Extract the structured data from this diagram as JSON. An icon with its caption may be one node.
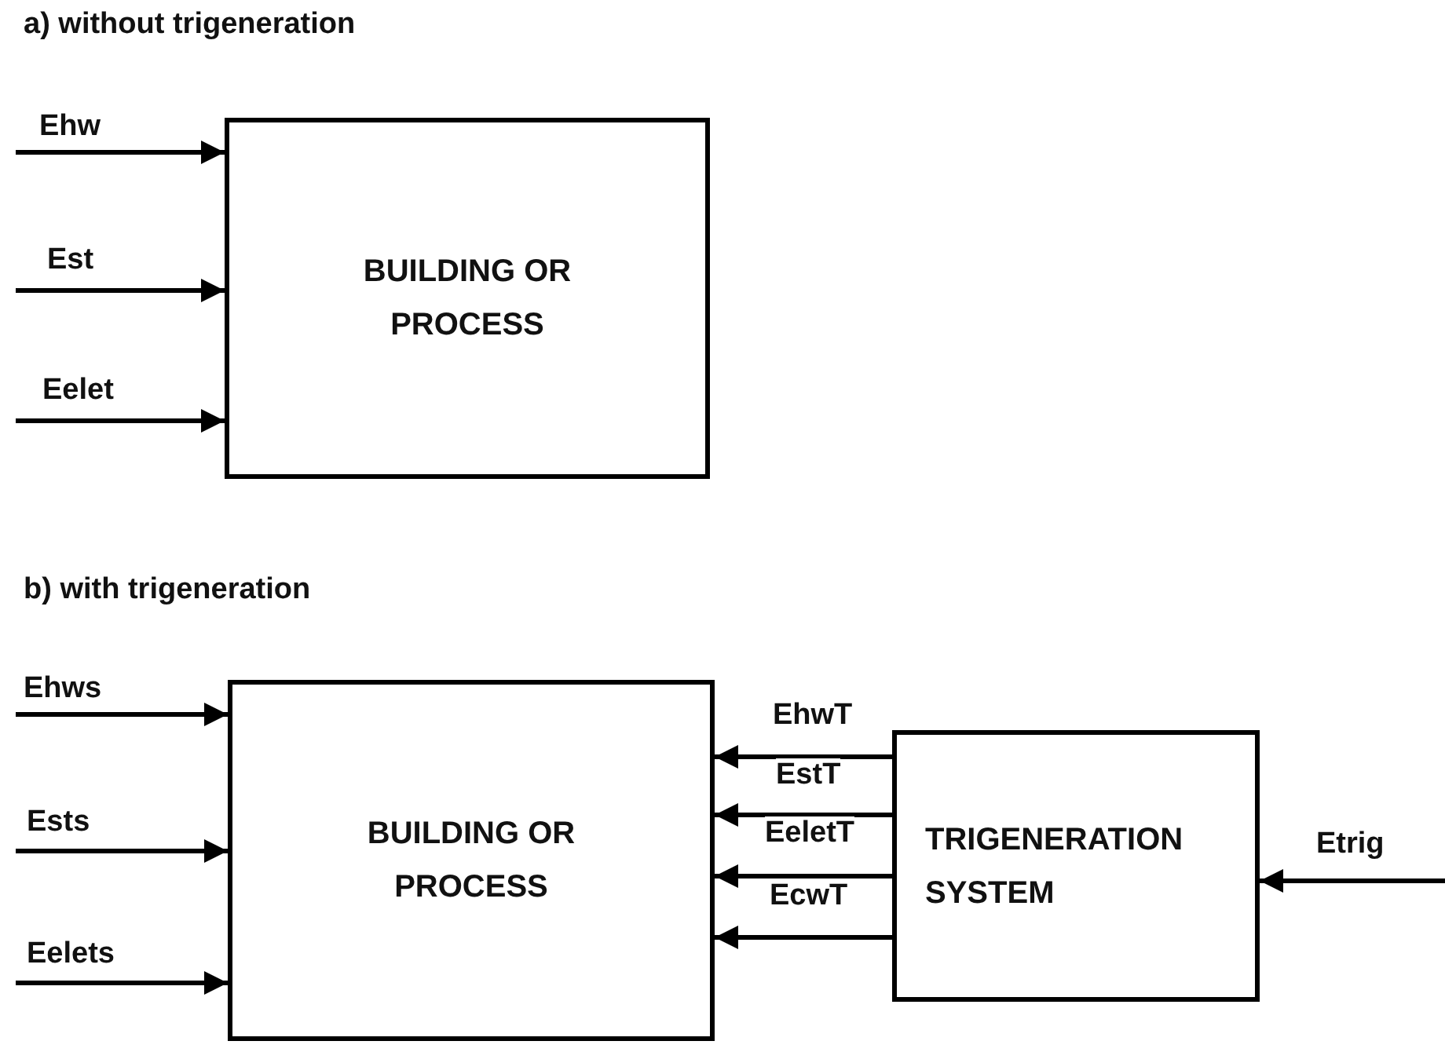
{
  "diagram": {
    "nodes": [
      {
        "text": [
          "BUILDING OR PROCESS"
        ]
      },
      {
        "text": [
          "BUILDING OR PROCESS"
        ]
      },
      {
        "text": [
          "TRIGENERATION SYSTEM"
        ]
      }
    ],
    "edges": [
      {
        "from": null,
        "to": 0,
        "arrow": "to",
        "label": "Ehw"
      },
      {
        "from": null,
        "to": 0,
        "arrow": "to",
        "label": "Est"
      },
      {
        "from": null,
        "to": 0,
        "arrow": "to",
        "label": "Eelet"
      },
      {
        "from": null,
        "to": 1,
        "arrow": "to",
        "label": "Ehws"
      },
      {
        "from": null,
        "to": 1,
        "arrow": "to",
        "label": "Ests"
      },
      {
        "from": null,
        "to": 1,
        "arrow": "to",
        "label": "Eelets"
      },
      {
        "from": 2,
        "to": 1,
        "arrow": "to",
        "label": "EhwT"
      },
      {
        "from": 2,
        "to": 1,
        "arrow": "to",
        "label": "EstT"
      },
      {
        "from": 2,
        "to": 1,
        "arrow": "to",
        "label": "EeletT"
      },
      {
        "from": 2,
        "to": 1,
        "arrow": "to",
        "label": "EcwT"
      },
      {
        "from": null,
        "to": 2,
        "arrow": "to",
        "label": "Etrig"
      }
    ],
    "labels": [
      "a) without trigeneration",
      "b) with trigeneration"
    ]
  }
}
